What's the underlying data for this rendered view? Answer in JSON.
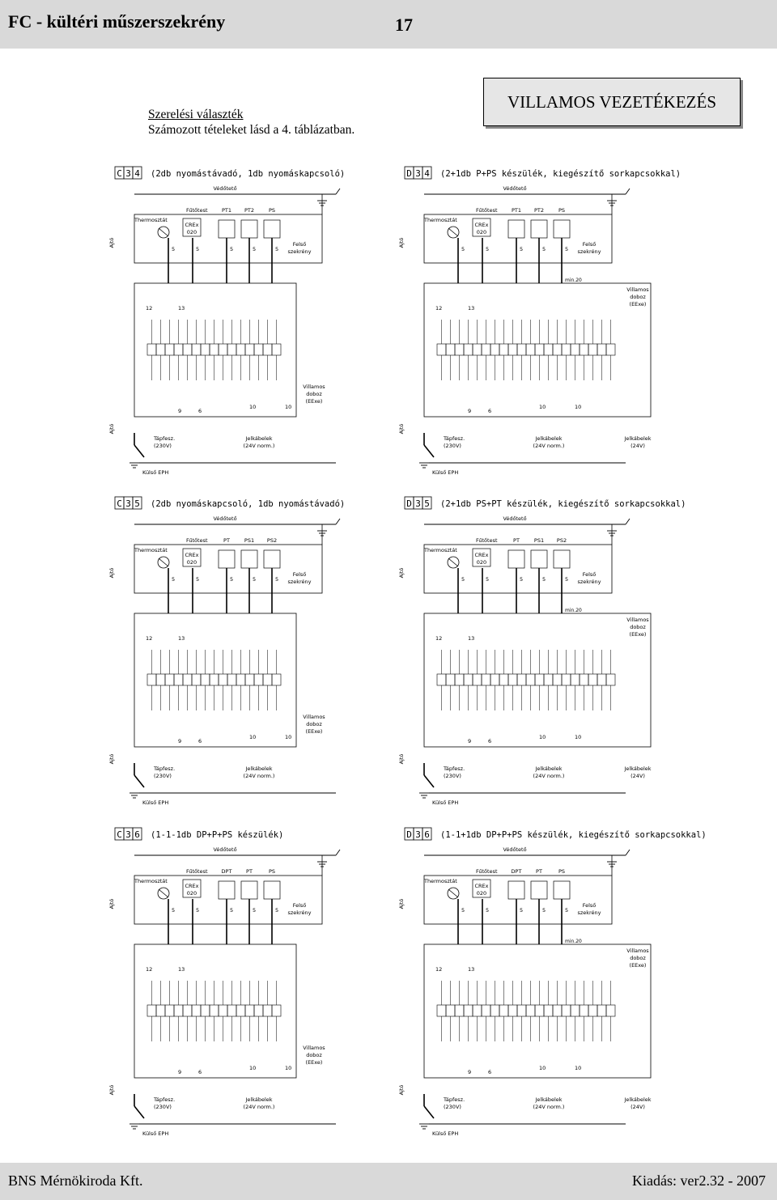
{
  "header": {
    "title": "FC - kültéri műszerszekrény",
    "page_number": "17"
  },
  "section_title": "VILLAMOS VEZETÉKEZÉS",
  "intro": {
    "line1": "Szerelési választék",
    "line2": "Számozott tételeket lásd a 4. táblázatban."
  },
  "footer": {
    "company": "BNS Mérnökiroda Kft.",
    "edition": "Kiadás: ver2.32 - 2007"
  },
  "labels": {
    "protective_roof": "Védőtető",
    "thermostat": "Thermosztát",
    "heater": "Fűtőtest",
    "crex": "CREx",
    "crex_num": "020",
    "upper_cabinet": "Felső",
    "upper_cabinet2": "szekrény",
    "door": "Ajtó",
    "power": "Tápfesz.",
    "power_v": "(230V)",
    "signal_cables": "Jelkábelek",
    "signal_norm": "(24V norm.)",
    "signal_24": "(24V)",
    "external_eph": "Külső EPH",
    "elec_box1": "Villamos",
    "elec_box2": "doboz",
    "elec_box3": "(EExe)",
    "min20": "min.20"
  },
  "diagrams": [
    {
      "code": "C34",
      "code_chars": [
        "C",
        "3",
        "4"
      ],
      "title": "(2db nyomástávadó, 1db nyomáskapcsoló)",
      "devices": [
        "PT1",
        "PT2",
        "PS"
      ],
      "has_extension": false
    },
    {
      "code": "D34",
      "code_chars": [
        "D",
        "3",
        "4"
      ],
      "title": "(2+1db P+PS készülék, kiegészítő sorkapcsokkal)",
      "devices": [
        "PT1",
        "PT2",
        "PS"
      ],
      "has_extension": true
    },
    {
      "code": "C35",
      "code_chars": [
        "C",
        "3",
        "5"
      ],
      "title": "(2db nyomáskapcsoló, 1db nyomástávadó)",
      "devices": [
        "PT",
        "PS1",
        "PS2"
      ],
      "has_extension": false
    },
    {
      "code": "D35",
      "code_chars": [
        "D",
        "3",
        "5"
      ],
      "title": "(2+1db PS+PT készülék, kiegészítő sorkapcsokkal)",
      "devices": [
        "PT",
        "PS1",
        "PS2"
      ],
      "has_extension": true
    },
    {
      "code": "C36",
      "code_chars": [
        "C",
        "3",
        "6"
      ],
      "title": "(1-1-1db DP+P+PS készülék)",
      "devices": [
        "DPT",
        "PT",
        "PS"
      ],
      "has_extension": false
    },
    {
      "code": "D36",
      "code_chars": [
        "D",
        "3",
        "6"
      ],
      "title": "(1-1+1db DP+P+PS készülék, kiegészítő sorkapcsokkal)",
      "devices": [
        "DPT",
        "PT",
        "PS"
      ],
      "has_extension": true
    }
  ]
}
